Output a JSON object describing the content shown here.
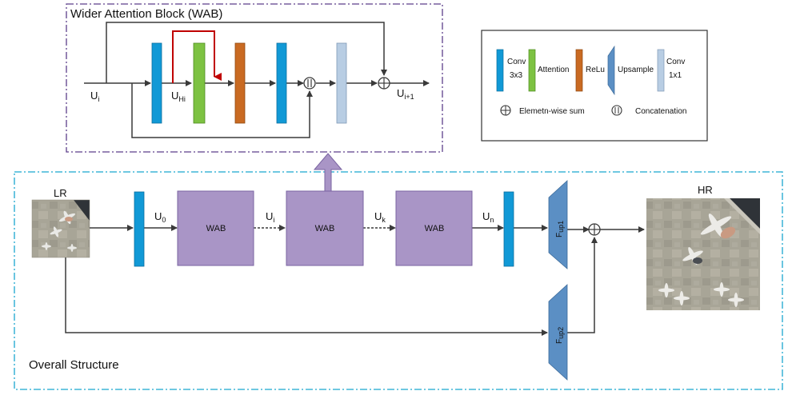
{
  "wab_panel": {
    "title": "Wider Attention Block (WAB)",
    "input_label": "U",
    "input_sub": "i",
    "hidden_label": "U",
    "hidden_sub": "Hi",
    "output_label": "U",
    "output_sub": "i+1"
  },
  "legend": {
    "conv3x3_line1": "Conv",
    "conv3x3_line2": "3x3",
    "attention": "Attention",
    "relu": "ReLu",
    "upsample": "Upsample",
    "conv1x1_line1": "Conv",
    "conv1x1_line2": "1x1",
    "sum": "Elemetn-wise sum",
    "concat": "Concatenation"
  },
  "overall": {
    "title": "Overall Structure",
    "lr": "LR",
    "hr": "HR",
    "u0": "U",
    "u0_sub": "0",
    "ui": "U",
    "ui_sub": "i",
    "uk": "U",
    "uk_sub": "k",
    "un": "U",
    "un_sub": "n",
    "wab1": "WAB",
    "wab2": "WAB",
    "wab3": "WAB",
    "fup1": "F",
    "fup1_sub": "up1",
    "fup2": "F",
    "fup2_sub": "up2"
  },
  "colors": {
    "conv3x3": "#1199d6",
    "attention": "#7dc242",
    "relu": "#c96a22",
    "upsample": "#5b8fc4",
    "conv1x1": "#b8cde3",
    "wab": "#a995c6",
    "wab_panel_border": "#5c3f8a",
    "overall_border": "#19a6cf",
    "red_arrow": "#c00000",
    "line": "#3a3a3a"
  }
}
